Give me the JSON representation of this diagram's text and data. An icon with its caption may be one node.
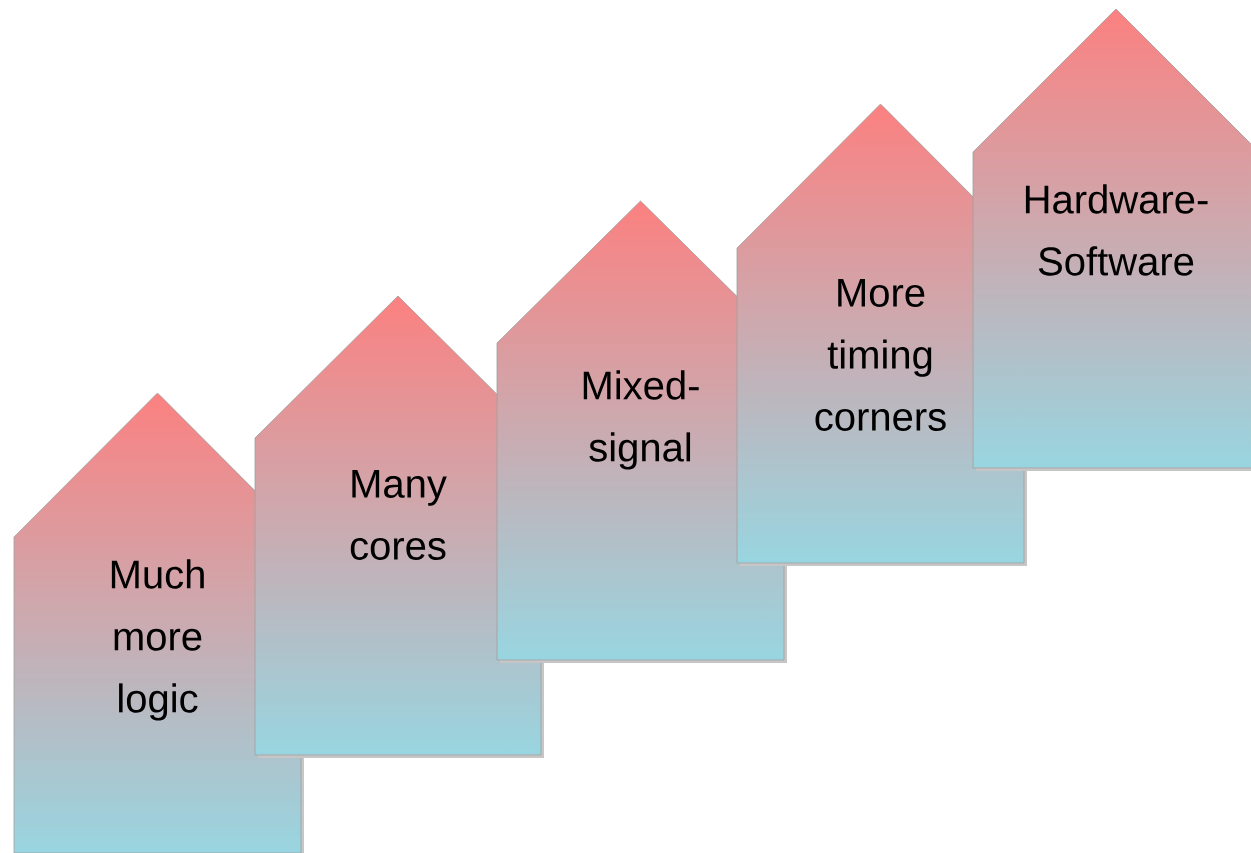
{
  "diagram": {
    "nodes": [
      {
        "text": [
          "Much more logic"
        ]
      },
      {
        "text": [
          "Many cores"
        ]
      },
      {
        "text": [
          "Mixed-signal"
        ]
      },
      {
        "text": [
          "More timing corners"
        ]
      },
      {
        "text": [
          "Hardware-Software"
        ]
      }
    ]
  }
}
